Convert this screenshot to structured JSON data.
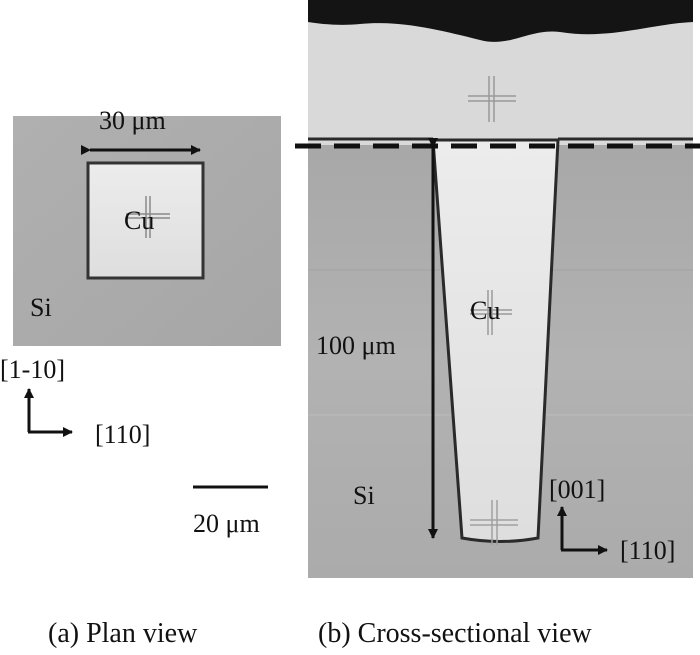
{
  "plan_view": {
    "width_label": "30 μm",
    "cu_label": "Cu",
    "si_label": "Si",
    "axis_up": "[1-10]",
    "axis_right": "[110]"
  },
  "scale_bar": {
    "label": "20 μm"
  },
  "cross_section": {
    "cu_label": "Cu",
    "si_label": "Si",
    "depth_label": "100 μm",
    "axis_up": "[001]",
    "axis_right": "[110]"
  },
  "captions": {
    "a": "(a)  Plan view",
    "b": "(b)  Cross-sectional view"
  }
}
